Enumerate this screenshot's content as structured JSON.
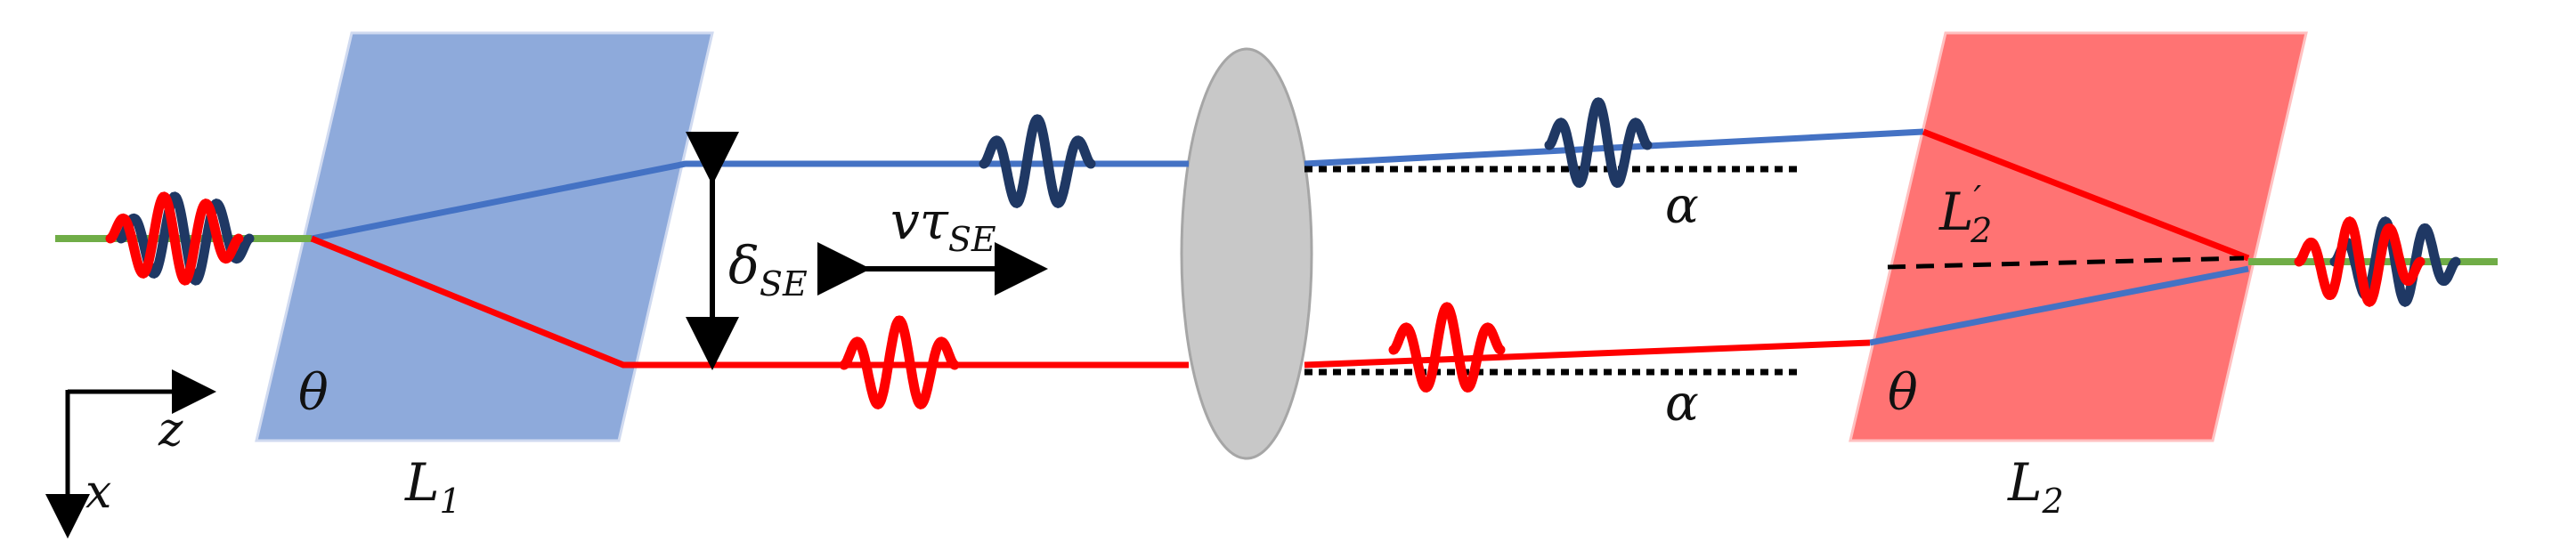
{
  "labels": {
    "prism1": "L",
    "prism1_sub": "1",
    "prism2": "L",
    "prism2_sub": "2",
    "prism2_inner": "L",
    "prism2_inner_sub": "2",
    "prism2_inner_prime": "′",
    "theta_left": "θ",
    "theta_right": "θ",
    "delta": "δ",
    "delta_sub": "SE",
    "v_tau": "vτ",
    "v_tau_sub": "SE",
    "alpha_upper": "α",
    "alpha_lower": "α",
    "axis_z": "z",
    "axis_x": "x"
  },
  "colors": {
    "prism1_fill": "#8eaadb",
    "prism2_fill": "#ff7373",
    "blue_beam": "#4472c4",
    "red_beam": "#ff0000",
    "green_beam": "#70ad47",
    "dark_wave": "#1f3864",
    "lens_fill": "#c8c8c8",
    "lens_stroke": "#a6a6a6"
  }
}
